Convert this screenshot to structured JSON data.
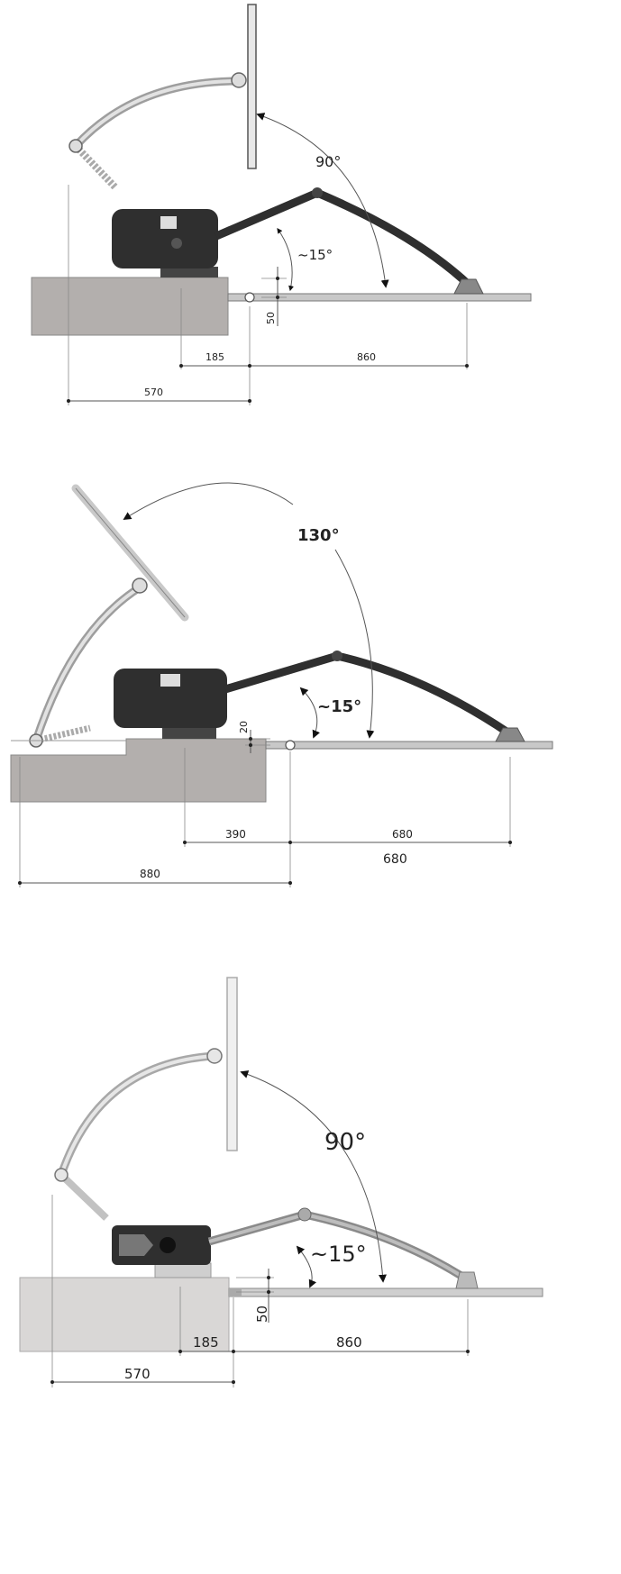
{
  "diagrams": [
    {
      "angle_upper": "90°",
      "angle_lower": "~15°",
      "dim_height": "50",
      "dim_left": "185",
      "dim_right": "860",
      "dim_total": "570"
    },
    {
      "angle_upper": "130°",
      "angle_lower": "~15°",
      "dim_height": "20",
      "dim_left": "390",
      "dim_right": "680",
      "dim_right_note": "680",
      "dim_total": "880"
    },
    {
      "angle_upper": "90°",
      "angle_lower": "~15°",
      "dim_height": "50",
      "dim_left": "185",
      "dim_right": "860",
      "dim_total": "570"
    }
  ],
  "colors": {
    "desk": "#b3afad",
    "desk_light": "#d9d7d6",
    "arm_dark": "#2f2f2f",
    "arm_light": "#bdbdbd",
    "track": "#9a9a9a"
  }
}
